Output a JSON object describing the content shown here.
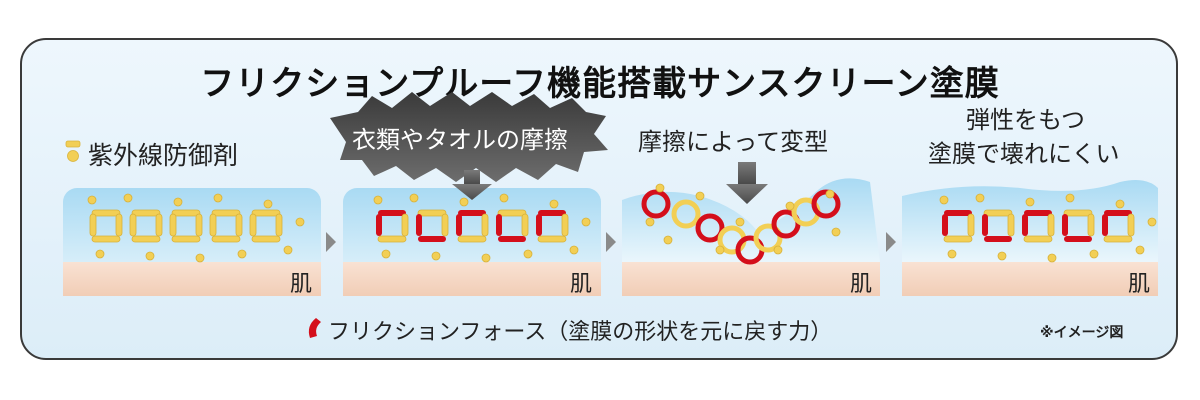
{
  "title": "フリクションプルーフ機能搭載サンスクリーン塗膜",
  "legend_uv": "紫外線防御剤",
  "stage2_label": "衣類やタオルの摩擦",
  "stage3_label": "摩擦によって変型",
  "stage4_label_line1": "弾性をもつ",
  "stage4_label_line2": "塗膜で壊れにくい",
  "skin_label": "肌",
  "legend_force": "フリクションフォース（塗膜の形状を元に戻す力）",
  "note": "※イメージ図",
  "colors": {
    "film": "#bfe3f5",
    "skin": "#f6d8c4",
    "chain": "#d40f1b",
    "particle": "#f2cf55",
    "burst": "#4d4d4d"
  }
}
